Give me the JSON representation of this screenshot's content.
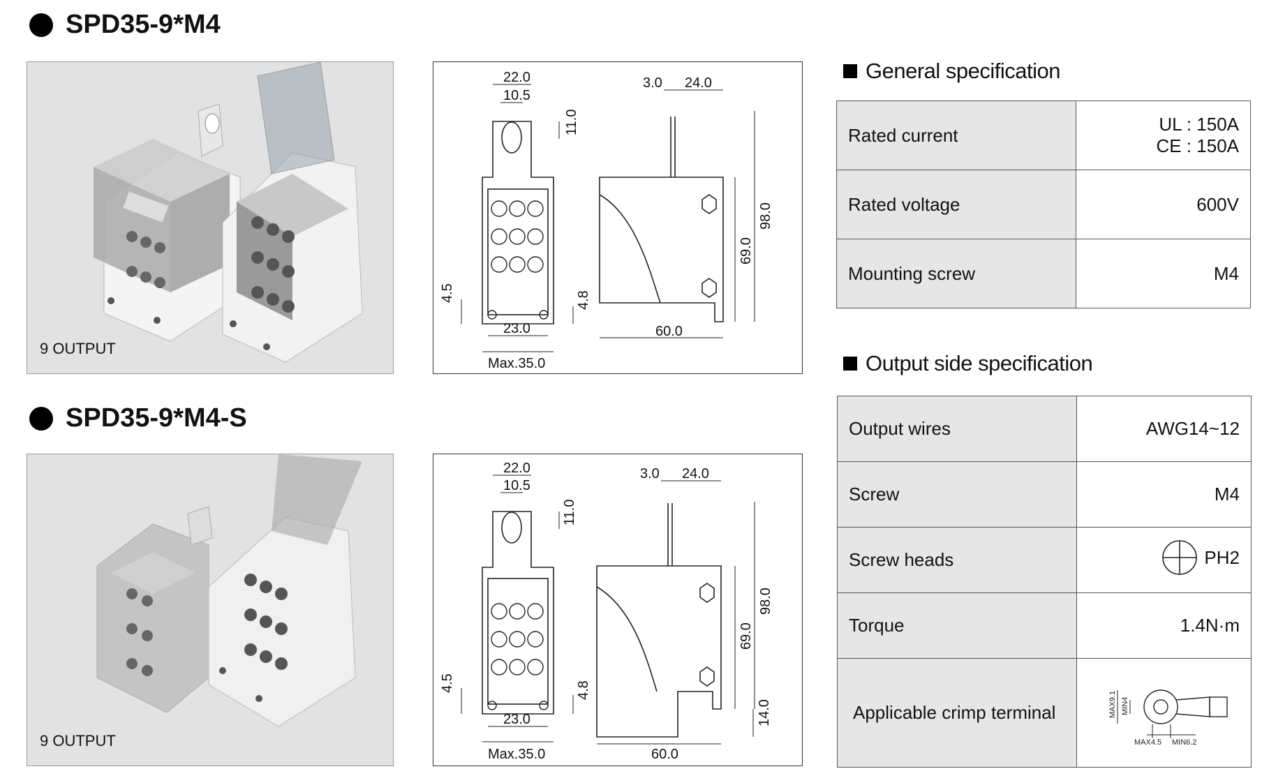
{
  "products": [
    {
      "title": "SPD35-9*M4",
      "photo_caption": "9 OUTPUT"
    },
    {
      "title": "SPD35-9*M4-S",
      "photo_caption": "9 OUTPUT"
    }
  ],
  "dims": {
    "w22": "22.0",
    "w105": "10.5",
    "h11": "11.0",
    "t3": "3.0",
    "w24": "24.0",
    "h98": "98.0",
    "h69": "69.0",
    "h45": "4.5",
    "h48": "4.8",
    "w23": "23.0",
    "max35": "Max.35.0",
    "w60": "60.0",
    "h14": "14.0"
  },
  "general": {
    "title": "General specification",
    "rows": [
      {
        "label": "Rated current",
        "value": [
          "UL : 150A",
          "CE : 150A"
        ]
      },
      {
        "label": "Rated voltage",
        "value": [
          "600V"
        ]
      },
      {
        "label": "Mounting screw",
        "value": [
          "M4"
        ]
      }
    ]
  },
  "output": {
    "title": "Output side specification",
    "rows": [
      {
        "label": "Output wires",
        "value": "AWG14~12"
      },
      {
        "label": "Screw",
        "value": "M4"
      },
      {
        "label": "Screw heads",
        "value": "PH2",
        "icon": "phillips-head-icon"
      },
      {
        "label": "Torque",
        "value": "1.4N·m"
      },
      {
        "label": "Applicable crimp terminal",
        "value": ""
      }
    ],
    "crimp_labels": {
      "max91": "MAX9.1",
      "min4": "MIN4",
      "max45": "MAX4.5",
      "min62": "MIN6.2"
    }
  }
}
